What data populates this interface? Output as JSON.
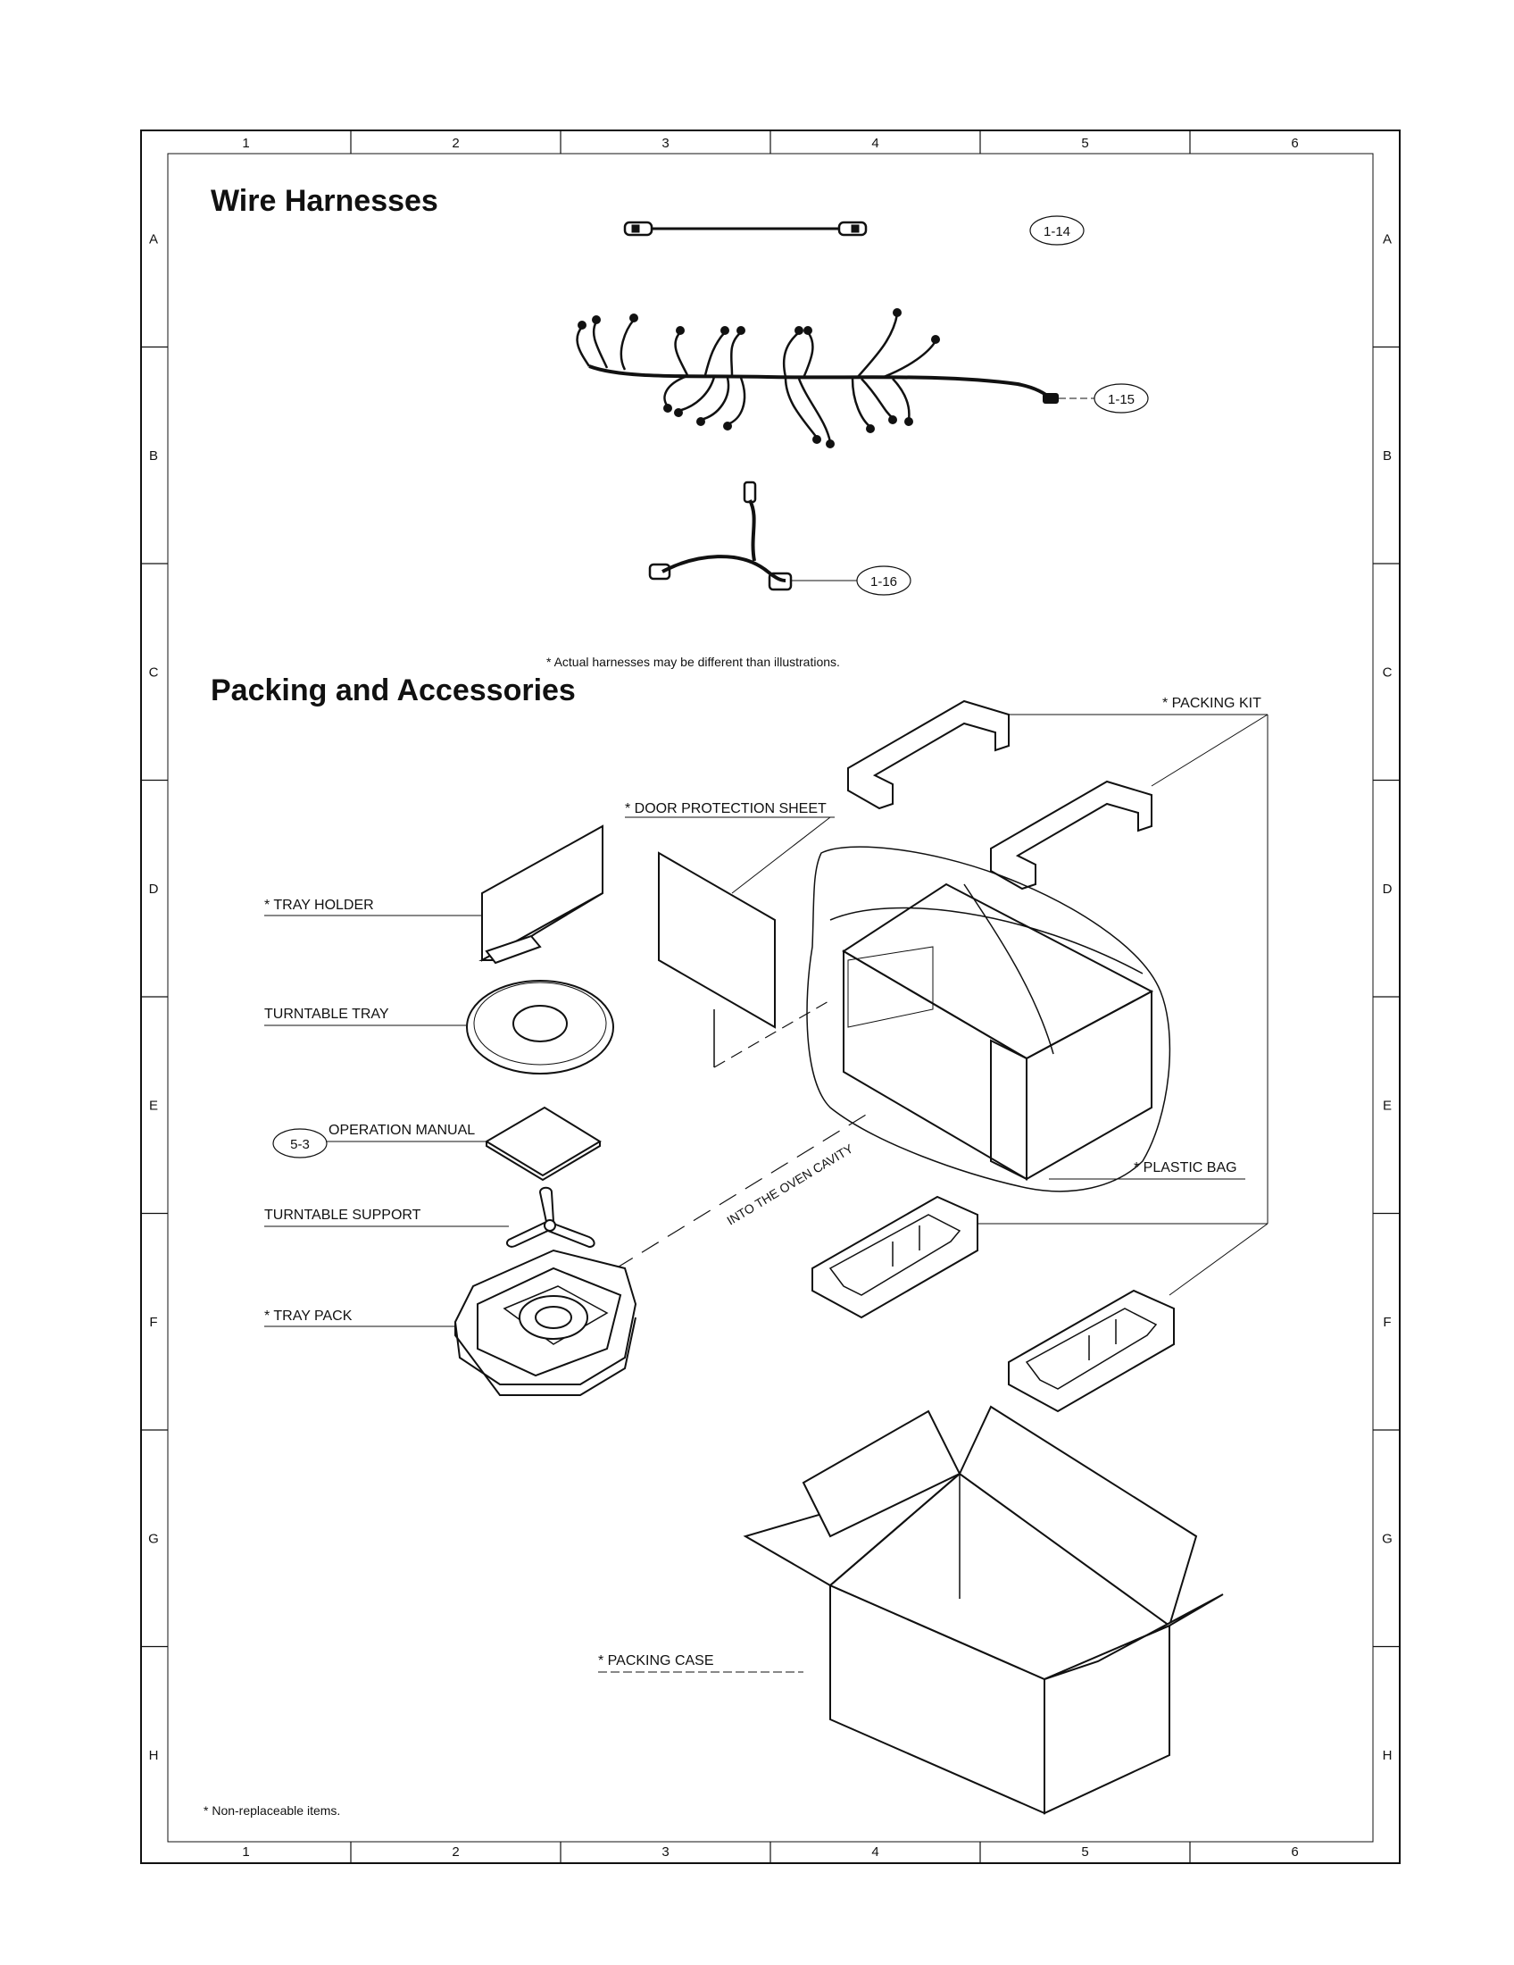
{
  "sections": {
    "wire_harnesses": {
      "title": "Wire Harnesses",
      "note": "* Actual harnesses may be different than illustrations.",
      "refs": [
        "1-14",
        "1-15",
        "1-16"
      ]
    },
    "packing": {
      "title": "Packing and Accessories",
      "labels": {
        "packing_kit": "* PACKING KIT",
        "door_protection_sheet": "* DOOR PROTECTION SHEET",
        "tray_holder": "* TRAY HOLDER",
        "turntable_tray": "TURNTABLE TRAY",
        "operation_manual": "OPERATION MANUAL",
        "operation_manual_ref": "5-3",
        "turntable_support": "TURNTABLE SUPPORT",
        "tray_pack": "* TRAY PACK",
        "plastic_bag": "* PLASTIC BAG",
        "into_cavity": "INTO THE OVEN CAVITY",
        "packing_case": "* PACKING CASE"
      }
    }
  },
  "footnote": "* Non-replaceable items.",
  "grid": {
    "columns": [
      "1",
      "2",
      "3",
      "4",
      "5",
      "6"
    ],
    "rows": [
      "A",
      "B",
      "C",
      "D",
      "E",
      "F",
      "G",
      "H"
    ]
  }
}
